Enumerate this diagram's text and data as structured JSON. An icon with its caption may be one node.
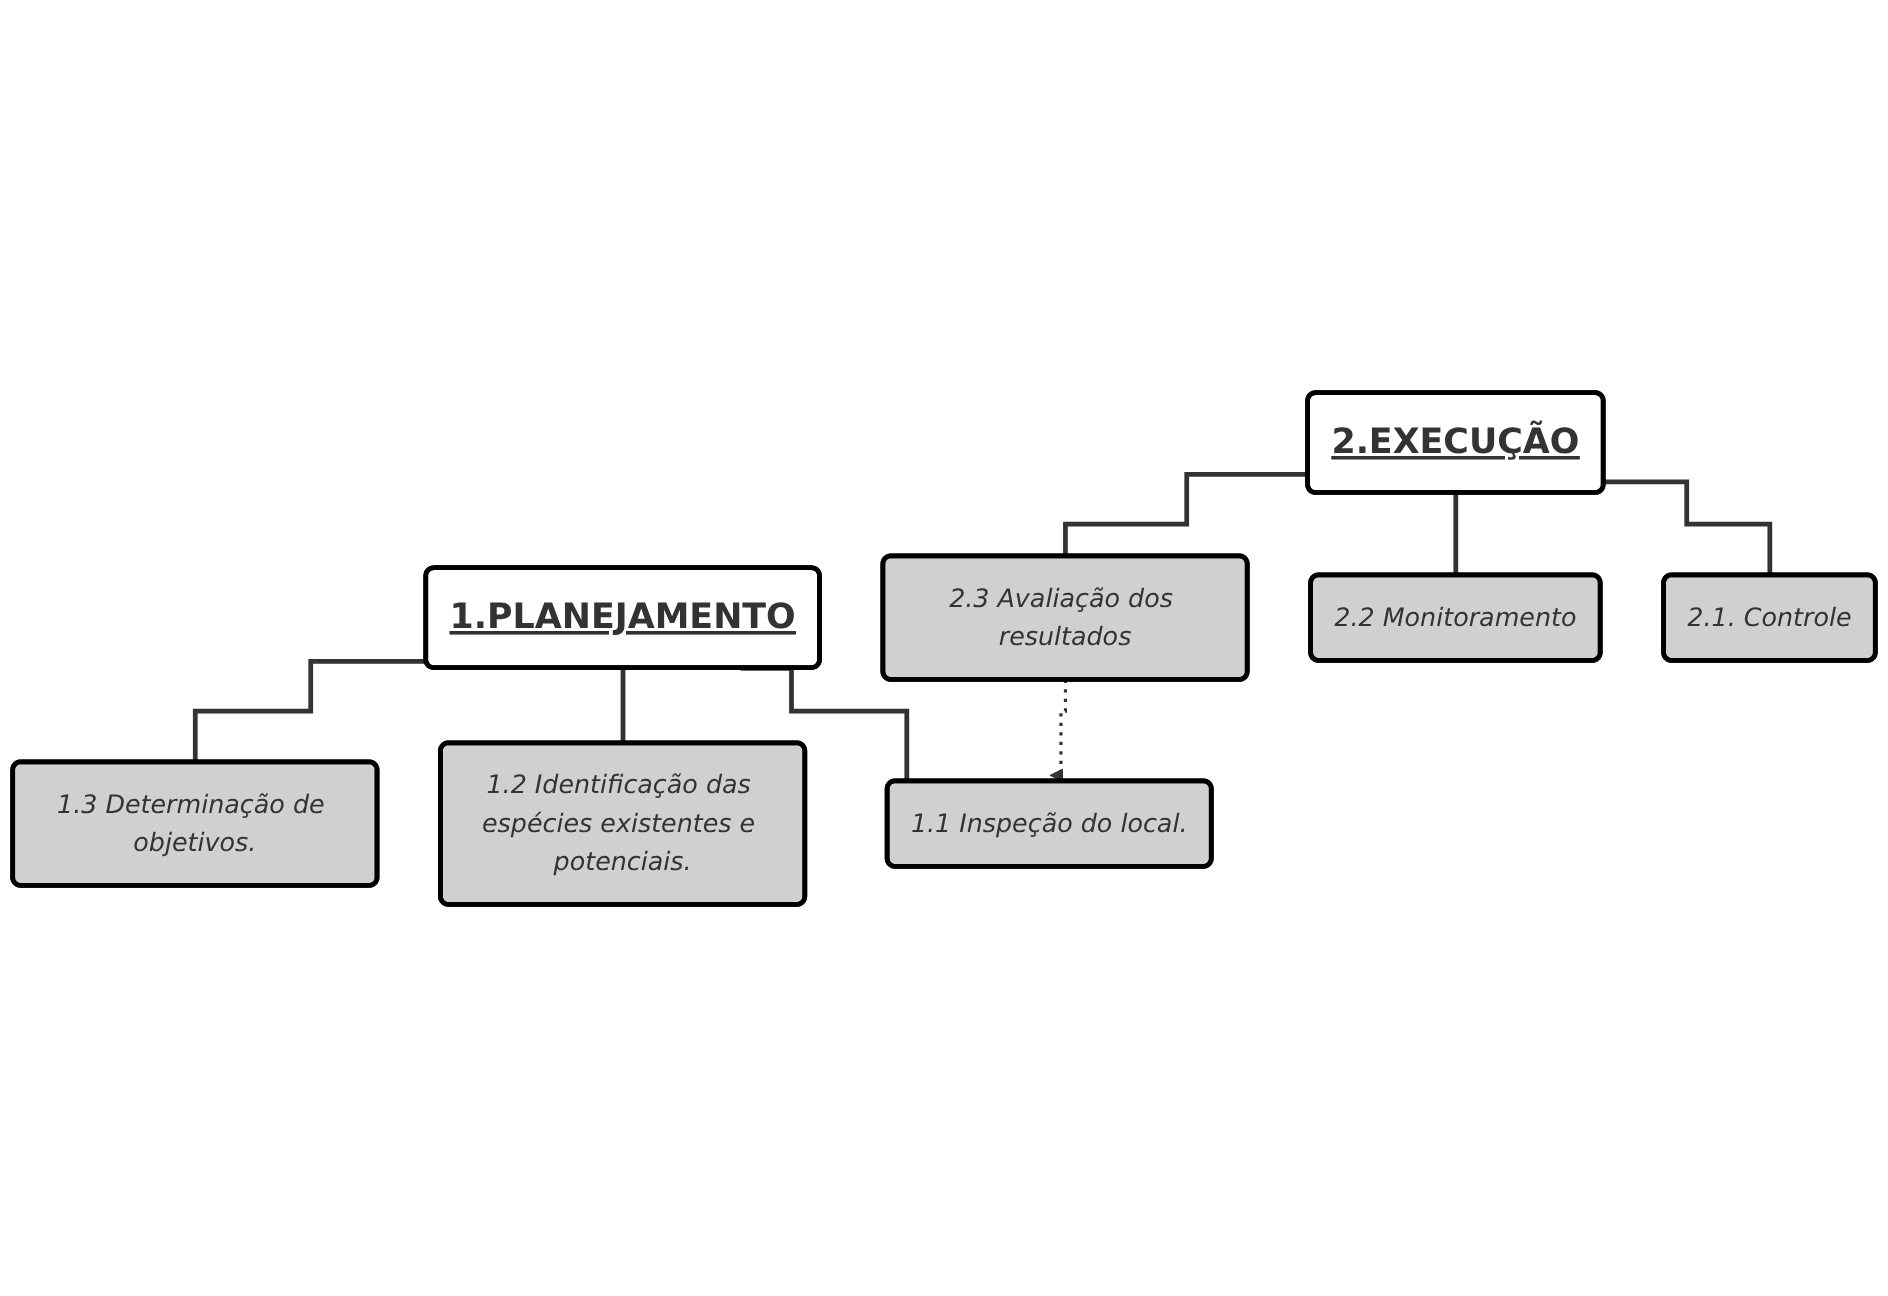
{
  "diagram": {
    "nodes": [
      {
        "text": [
          "1.PLANEJAMENTO"
        ]
      },
      {
        "text": [
          "1.1 Inspeção do local."
        ]
      },
      {
        "text": [
          "1.2 Identificação das espécies existentes e potenciais."
        ]
      },
      {
        "text": [
          "1.3 Determinação de objetivos."
        ]
      },
      {
        "text": [
          "2.EXECUÇÃO"
        ]
      },
      {
        "text": [
          "2.1. Controle"
        ]
      },
      {
        "text": [
          "2.2 Monitoramento"
        ]
      },
      {
        "text": [
          "2.3 Avaliação dos resultados"
        ]
      }
    ],
    "edges": [
      {
        "from": 0,
        "to": 1,
        "arrow": "none"
      },
      {
        "from": 0,
        "to": 2,
        "arrow": "none"
      },
      {
        "from": 0,
        "to": 3,
        "arrow": "none"
      },
      {
        "from": 4,
        "to": 5,
        "arrow": "none"
      },
      {
        "from": 4,
        "to": 6,
        "arrow": "none"
      },
      {
        "from": 4,
        "to": 7,
        "arrow": "none"
      },
      {
        "from": 7,
        "to": 1,
        "arrow": "to",
        "style": "dashed"
      }
    ]
  }
}
